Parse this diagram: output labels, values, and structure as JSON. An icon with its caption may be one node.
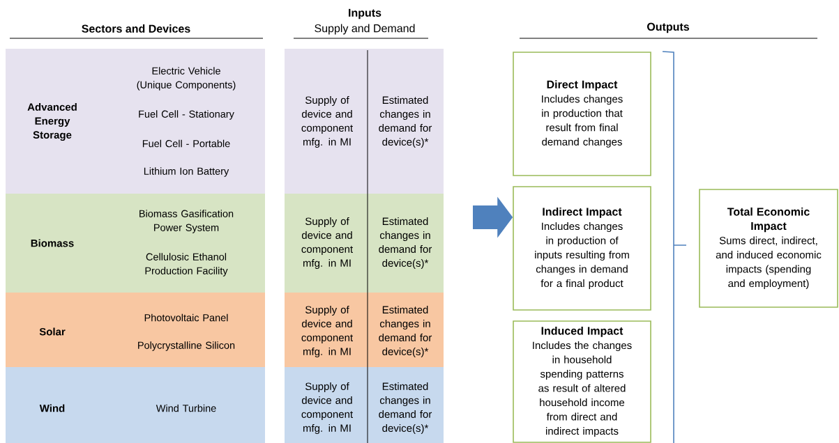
{
  "diagram": {
    "nodes": [
      {
        "text": [
          "Advanced Energy Storage",
          "Electric Vehicle (Unique Components)",
          "Fuel Cell - Stationary",
          "Fuel Cell - Portable",
          "Lithium Ion Battery"
        ]
      },
      {
        "text": [
          "Biomass",
          "Biomass Gasification Power System",
          "Cellulosic Ethanol Production Facility"
        ]
      },
      {
        "text": [
          "Solar",
          "Photovoltaic Panel",
          "Polycrystalline Silicon"
        ]
      },
      {
        "text": [
          "Wind",
          "Wind Turbine"
        ]
      },
      {
        "text": [
          "Supply of device and component mfg. in MI",
          "Estimated changes in demand for device(s)*"
        ]
      },
      {
        "text": [
          "Supply of device and component mfg. in MI",
          "Estimated changes in demand for device(s)*"
        ]
      },
      {
        "text": [
          "Supply of device and component mfg. in MI",
          "Estimated changes in demand for device(s)*"
        ]
      },
      {
        "text": [
          "Supply of device and component mfg. in MI",
          "Estimated changes in demand for device(s)*"
        ]
      },
      {
        "text": [
          "Direct Impact",
          "Includes changes in production that result from final demand changes"
        ]
      },
      {
        "text": [
          "Indirect Impact",
          "Includes changes in production of inputs resulting from changes in demand for a final product"
        ]
      },
      {
        "text": [
          "Induced Impact",
          "Includes the changes in household spending patterns as result of altered household income from direct and indirect impacts"
        ]
      },
      {
        "text": [
          "Total Economic Impact",
          "Sums direct, indirect, and induced economic impacts (spending and employment)"
        ]
      }
    ],
    "edges": [
      {
        "from": null,
        "to": 9,
        "arrow": "to"
      }
    ],
    "labels": [
      "Sectors and Devices",
      "Inputs",
      "Supply and Demand",
      "Outputs"
    ]
  }
}
